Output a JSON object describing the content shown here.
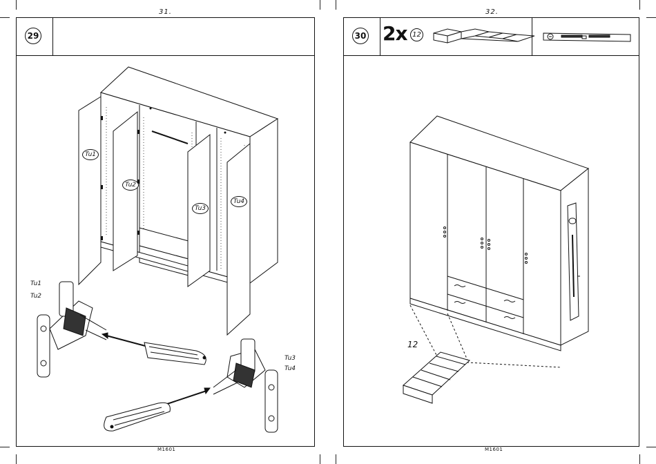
{
  "left_page": {
    "page_number": "31.",
    "step_number": "29",
    "door_labels": [
      "Tu1",
      "Tu2",
      "Tu3",
      "Tu4"
    ],
    "hinge_labels_top": [
      "Tu1",
      "Tu2"
    ],
    "hinge_labels_bottom": [
      "Tu3",
      "Tu4"
    ],
    "footer_code": "M1601"
  },
  "right_page": {
    "page_number": "32.",
    "step_number": "30",
    "quantity": "2x",
    "part_number": "12",
    "callout_part_number": "12",
    "footer_code": "M1601"
  }
}
